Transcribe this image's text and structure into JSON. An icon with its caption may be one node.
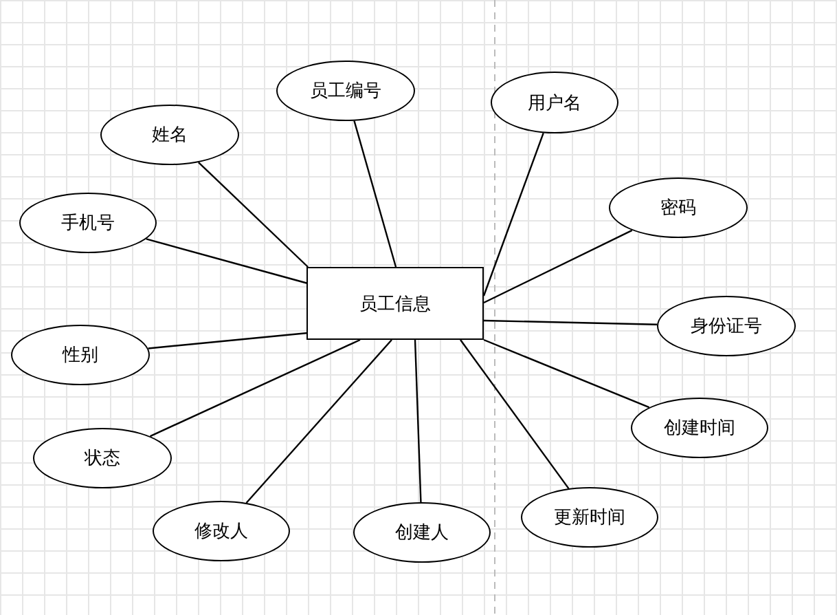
{
  "diagram": {
    "nodes": [
      {
        "text": [
          "员工信息"
        ]
      },
      {
        "text": [
          "员工编号"
        ]
      },
      {
        "text": [
          "用户名"
        ]
      },
      {
        "text": [
          "姓名"
        ]
      },
      {
        "text": [
          "密码"
        ]
      },
      {
        "text": [
          "手机号"
        ]
      },
      {
        "text": [
          "身份证号"
        ]
      },
      {
        "text": [
          "性别"
        ]
      },
      {
        "text": [
          "创建时间"
        ]
      },
      {
        "text": [
          "状态"
        ]
      },
      {
        "text": [
          "更新时间"
        ]
      },
      {
        "text": [
          "修改人"
        ]
      },
      {
        "text": [
          "创建人"
        ]
      }
    ],
    "edges": [
      {
        "from": 0,
        "to": 1,
        "arrow": "none"
      },
      {
        "from": 0,
        "to": 2,
        "arrow": "none"
      },
      {
        "from": 0,
        "to": 3,
        "arrow": "none"
      },
      {
        "from": 0,
        "to": 4,
        "arrow": "none"
      },
      {
        "from": 0,
        "to": 5,
        "arrow": "none"
      },
      {
        "from": 0,
        "to": 6,
        "arrow": "none"
      },
      {
        "from": 0,
        "to": 7,
        "arrow": "none"
      },
      {
        "from": 0,
        "to": 8,
        "arrow": "none"
      },
      {
        "from": 0,
        "to": 9,
        "arrow": "none"
      },
      {
        "from": 0,
        "to": 10,
        "arrow": "none"
      },
      {
        "from": 0,
        "to": 11,
        "arrow": "none"
      },
      {
        "from": 0,
        "to": 12,
        "arrow": "none"
      }
    ]
  }
}
